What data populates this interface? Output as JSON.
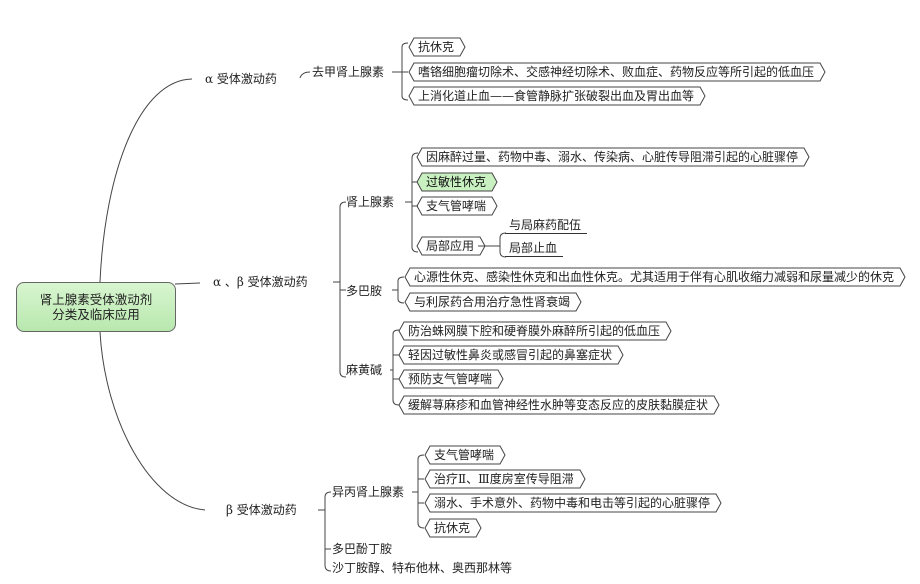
{
  "root": {
    "line1": "肾上腺素受体激动剂",
    "line2": "分类及临床应用"
  },
  "branches": {
    "alpha": {
      "label": "α 受体激动药",
      "drug": "去甲肾上腺素",
      "uses": [
        "抗休克",
        "嗜铬细胞瘤切除术、交感神经切除术、败血症、药物反应等所引起的低血压",
        "上消化道止血——食管静脉扩张破裂出血及胃出血等"
      ]
    },
    "alpha_beta": {
      "label": "α 、β 受体激动药",
      "adrenaline": {
        "label": "肾上腺素",
        "uses": [
          "因麻醉过量、药物中毒、溺水、传染病、心脏传导阻滞引起的心脏骤停",
          "过敏性休克",
          "支气管哮喘",
          "局部应用"
        ],
        "local_uses": [
          "与局麻药配伍",
          "局部止血"
        ]
      },
      "dopamine": {
        "label": "多巴胺",
        "uses": [
          "心源性休克、感染性休克和出血性休克。尤其适用于伴有心肌收缩力减弱和尿量减少的休克",
          "与利尿药合用治疗急性肾衰竭"
        ]
      },
      "ephedrine": {
        "label": "麻黄碱",
        "uses": [
          "防治蛛网膜下腔和硬脊膜外麻醉所引起的低血压",
          "轻因过敏性鼻炎或感冒引起的鼻塞症状",
          "预防支气管哮喘",
          "缓解荨麻疹和血管神经性水肿等变态反应的皮肤黏膜症状"
        ]
      }
    },
    "beta": {
      "label": "β 受体激动药",
      "isoprenaline": {
        "label": "异丙肾上腺素",
        "uses": [
          "支气管哮喘",
          "治疗Ⅱ、Ⅲ度房室传导阻滞",
          "溺水、手术意外、药物中毒和电击等引起的心脏骤停",
          "抗休克"
        ]
      },
      "dobutamine": "多巴酚丁胺",
      "others": "沙丁胺醇、特布他林、奥西那林等"
    }
  },
  "colors": {
    "highlight": "#c8f0c0",
    "line": "#444"
  }
}
